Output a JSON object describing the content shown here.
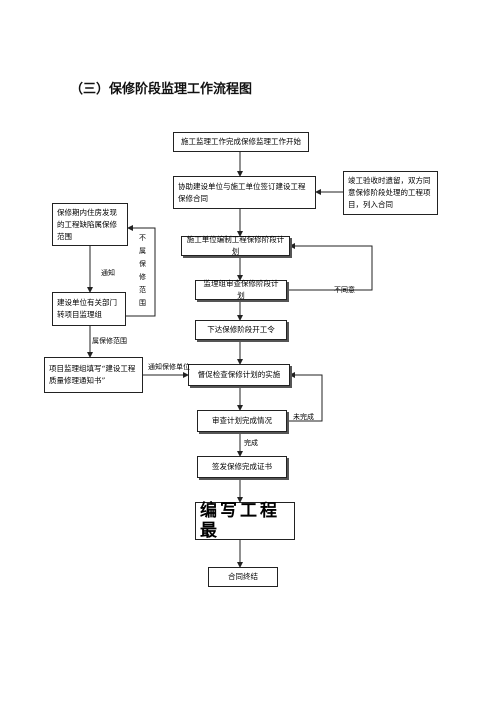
{
  "title": "（三）保修阶段监理工作流程图",
  "nodes": {
    "start": "施工监理工作完成保修监理工作开始",
    "assist_contract": "协助建设单位与施工单位签订建设工程保修合同",
    "acceptance_issues": "竣工验收时遗留，双方同意保修阶段处理的工程项目，列入合同",
    "owner_finds_defects": "保修期内住房发现的工程缺陷属保修范围",
    "contractor_plan": "施工单位编制工程保修阶段计划",
    "supervisor_review": "监理组审查保修阶段计划",
    "owner_dept_forward": "建设单位有关部门转项目监理组",
    "issue_order": "下达保修阶段开工令",
    "fill_notice": "项目监理组填写“建设工程质量修理通知书”",
    "supervise_impl": "督促检查保修计划的实施",
    "review_completion": "审查计划完成情况",
    "issue_certificate": "签发保修完成证书",
    "write_report": "编写工程最",
    "contract_end": "合同终结"
  },
  "labels": {
    "not_in_scope": "不属保修范围",
    "notify": "通知",
    "disagree": "不同意",
    "in_scope": "属保修范围",
    "notify_contractor": "通知保修单位",
    "not_completed": "未完成",
    "completed": "完成"
  },
  "colors": {
    "line": "#222222",
    "box_border": "#222222",
    "background": "#ffffff"
  }
}
